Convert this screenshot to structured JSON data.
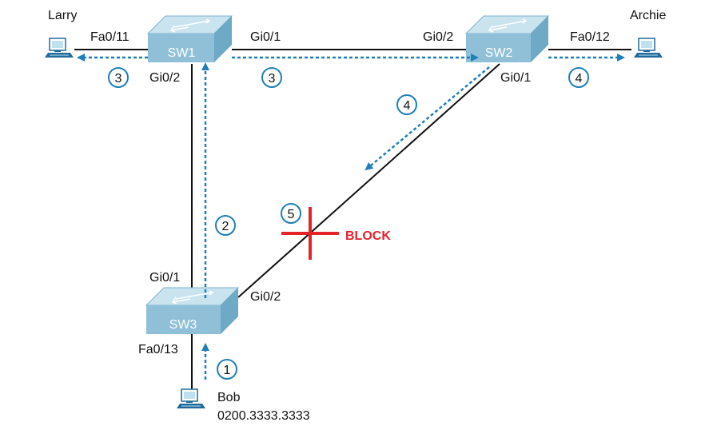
{
  "switches": {
    "sw1": "SW1",
    "sw2": "SW2",
    "sw3": "SW3"
  },
  "hosts": {
    "larry": "Larry",
    "archie": "Archie",
    "bob": "Bob",
    "bob_mac": "0200.3333.3333"
  },
  "ports": {
    "sw1_fa011": "Fa0/11",
    "sw1_gi01": "Gi0/1",
    "sw1_gi02": "Gi0/2",
    "sw2_gi02": "Gi0/2",
    "sw2_fa012": "Fa0/12",
    "sw2_gi01": "Gi0/1",
    "sw3_gi01": "Gi0/1",
    "sw3_gi02": "Gi0/2",
    "sw3_fa013": "Fa0/13"
  },
  "steps": {
    "s1": "1",
    "s2": "2",
    "s3a": "3",
    "s3b": "3",
    "s4a": "4",
    "s4b": "4",
    "s5": "5"
  },
  "block": {
    "label": "BLOCK"
  },
  "colors": {
    "flow": "#1f7fb8",
    "block": "#e4232b",
    "switch_top": "#c9e3ef",
    "switch_side": "#8fc0d8",
    "link": "#111111"
  }
}
